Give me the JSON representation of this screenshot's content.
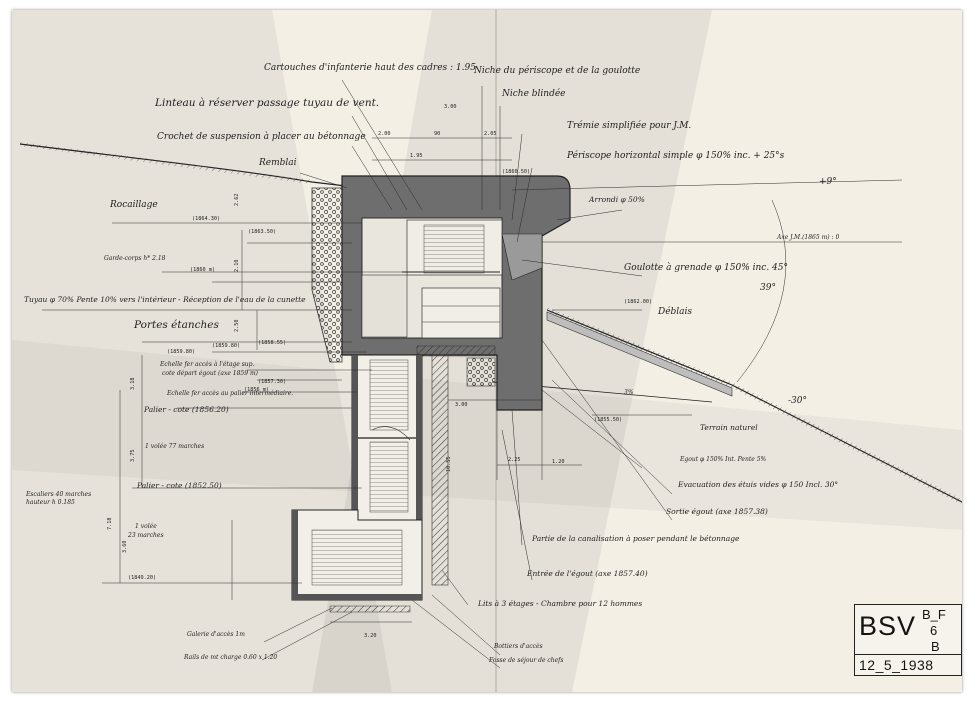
{
  "labels": {
    "cartouches": "Cartouches d'infanterie haut des cadres : 1.95",
    "niche_periscope": "Niche du périscope et de la goulotte",
    "niche_blindee": "Niche blindée",
    "linteau": "Linteau à réserver passage tuyau de vent.",
    "crochet": "Crochet de suspension à placer au bétonnage",
    "tremie": "Trémie simplifiée pour J.M.",
    "remblai": "Remblai",
    "periscope_h": "Périscope horizontal simple φ 150% inc. + 25°s",
    "rocaillage": "Rocaillage",
    "arrondi": "Arrondi φ 50%",
    "axe_jm": "Axe J.M.(1865 m) : 0",
    "garde_corps": "Garde-corps h* 2.18",
    "goulotte": "Goulotte à grenade φ 150% inc. 45°",
    "tuyau": "Tuyau φ 70% Pente 10% vers l'intérieur - Réception de l'eau de la cunette",
    "deblais": "Déblais",
    "portes": "Portes étanches",
    "echelle_etage": "Echelle fer accès à l'étage sup.",
    "cote_depart": "cote départ égout (axe 1859 m)",
    "echelle_palier": "Echelle fer accès au palier intermédiaire.",
    "palier_1": "Palier - cote (1856.20)",
    "terrain": "Terrain naturel",
    "volee_1": "1 volée 77 marches",
    "egout": "Egout φ 150% Int. Pente 5%",
    "evacuation": "Evacuation des étuis vides φ 150 Incl. 30°",
    "palier_2": "Palier - cote (1852.50)",
    "escaliers": "Escaliers 40 marches",
    "hauteur": "hauteur h 0.185",
    "sortie": "Sortie égout (axe 1857.38)",
    "volee_2": "1 volée",
    "marches_2": "23 marches",
    "partie": "Partie de la canalisation à poser pendant le bétonnage",
    "entree": "Entrée de l'égout (axe 1857.40)",
    "lits": "Lits à 3 étages - Chambre pour 12 hommes",
    "galerie": "Galerie d'accès 1m",
    "rails": "Rails de mt charge 0.60 x 1.20",
    "bottiers": "Bottiers d'accès",
    "fosse": "Fosse de séjour de chefs",
    "slope_up": "+9°",
    "slope_down": "-30°",
    "angle": "39°",
    "pct": "3%"
  },
  "dims": {
    "d300": "3.00",
    "d200": "2.00",
    "d90": "90",
    "d205": "2.05",
    "d195": "1.95",
    "d1860": "(1860.50)",
    "c1864": "(1864.30)",
    "c1863": "(1863.50)",
    "c1862": "(1862.00)",
    "c1860": "(1860 m)",
    "c1858": "(1858.55)",
    "c1859b": "(1859.80)",
    "c1857": "(1857.30)",
    "c1855": "(1855.50)",
    "c1849": "(1849.20)",
    "c1859a": "(1859.80)",
    "c1856": "(1856 m)",
    "w225": "2.25",
    "w120": "1.20",
    "w300b": "3.00",
    "w320": "3.20",
    "h1055": "10.55",
    "h318": "3.18",
    "h375": "3.75",
    "h718": "7.18",
    "h360": "3.60",
    "h262": "2.62",
    "h210": "2.10",
    "h250": "2.50"
  },
  "title_block": {
    "code": "BSV",
    "c1": "B_F",
    "c2": "6",
    "c3": "B",
    "date": "12_5_1938"
  },
  "colors": {
    "paper": "#f3efe5",
    "ink": "#1e1e1e",
    "concrete": "#6e6e6e",
    "shadow": "#9a9a9a"
  }
}
